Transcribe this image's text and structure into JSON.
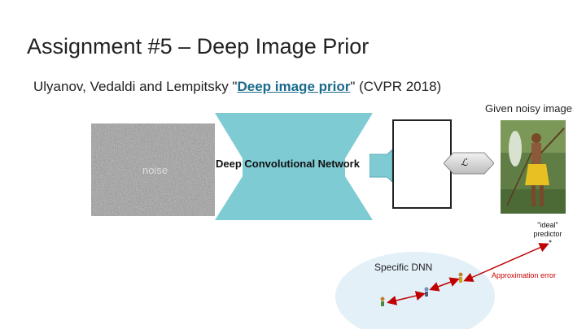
{
  "title": "Assignment #5 – Deep Image Prior",
  "subtitle": {
    "prefix": "Ulyanov, Vedaldi and Lempitsky \"",
    "link": "Deep image prior",
    "suffix": "\" (CVPR 2018)"
  },
  "given_label": "Given noisy image",
  "noise_label": "noise",
  "network_label": "Deep Convolutional Network",
  "loss_symbol": "ℒ",
  "ideal_label": "\"ideal\" predictor",
  "dnn_label": "Specific DNN",
  "approx_label": "Approximation error",
  "colors": {
    "network_fill": "#7ecbd4",
    "link": "#1a6a8c",
    "arrow": "#c00000",
    "ellipse": "#e3f0f8"
  }
}
